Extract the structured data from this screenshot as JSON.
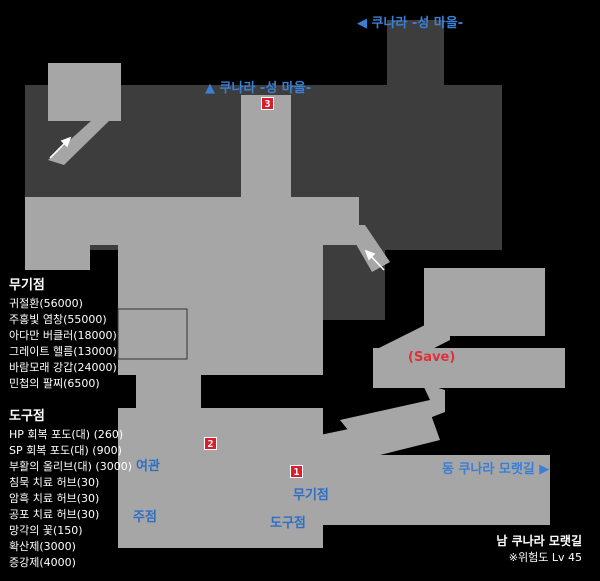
{
  "exits": {
    "top_right": "◀ 쿠나라 -성 마을-",
    "top_center": "▲ 쿠나라 -성 마을-",
    "east": "동 쿠나라 모랫길 ▶"
  },
  "markers": [
    "1",
    "2",
    "3"
  ],
  "places": {
    "inn": "여관",
    "tavern": "주점",
    "weapon_shop": "무기점",
    "item_shop": "도구점"
  },
  "save_point": "(Save)",
  "weapon_shop": {
    "title": "무기점",
    "items": [
      "귀절환(56000)",
      "주홍빛 염창(55000)",
      "아다만 버클러(18000)",
      "그레이트 헬름(13000)",
      "바람모래 강갑(24000)",
      "민첩의 팔찌(6500)"
    ]
  },
  "item_shop": {
    "title": "도구점",
    "items": [
      "HP 회복 포도(대) (260)",
      "SP 회복 포도(대) (900)",
      "부활의 올리브(대) (3000)",
      "침묵 치료 허브(30)",
      "암흑 치료 허브(30)",
      "공포 치료 허브(30)",
      "망각의 꽃(150)",
      "확산제(3000)",
      "증강제(4000)"
    ]
  },
  "zone": {
    "name": "남 쿠나라 모랫길",
    "level": "※위험도 Lv 45"
  },
  "colors": {
    "background": "#000000",
    "dark_area": "#3d3d3d",
    "path": "#a6a6a6",
    "exit_text": "#3a7fd5",
    "save_text": "#e0303a",
    "marker": "#d81e2a"
  }
}
